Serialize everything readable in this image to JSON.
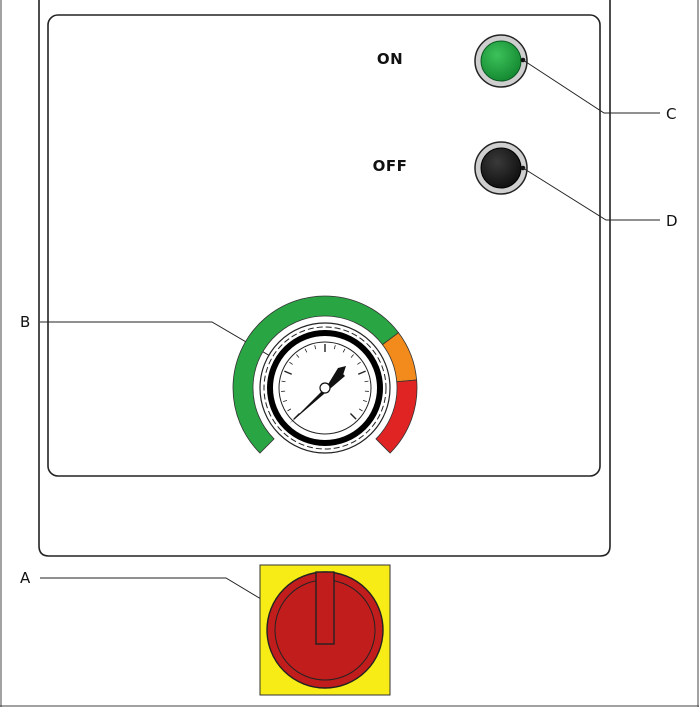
{
  "panel": {
    "on_label": "ON",
    "off_label": "OFF"
  },
  "callouts": {
    "a": "A",
    "b": "B",
    "c": "C",
    "d": "D"
  },
  "colors": {
    "on_button": "#1a9a3c",
    "off_button": "#222222",
    "gauge_green": "#2aa544",
    "gauge_orange": "#f28a1c",
    "gauge_red": "#e02424",
    "switch_base": "#f7ec15",
    "switch_knob": "#c21d1d"
  },
  "icons": {
    "on_button": "green-indicator-button",
    "off_button": "black-indicator-button",
    "gauge": "pressure-gauge",
    "main_switch": "rotary-isolator-switch"
  }
}
